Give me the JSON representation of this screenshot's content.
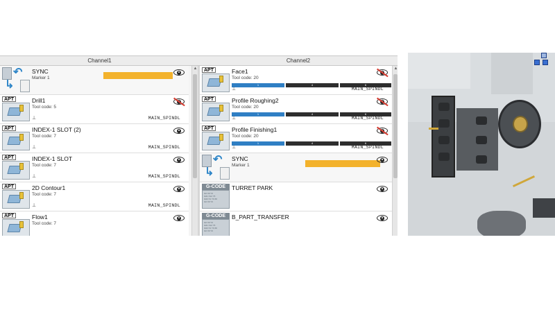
{
  "channels": [
    {
      "header": "Channel1",
      "rows": [
        {
          "type": "sync",
          "title": "SYNC",
          "sub": "Marker 1",
          "eye": "eye-icon"
        },
        {
          "type": "apt",
          "title": "Drill1",
          "sub": "Tool code: 5",
          "spindle": "MAIN_SPINDL",
          "eye": "eye-hidden-icon"
        },
        {
          "type": "apt",
          "title": "INDEX-1 SLOT (2)",
          "sub": "Tool code: 7",
          "spindle": "MAIN_SPINDL",
          "eye": "eye-icon"
        },
        {
          "type": "apt",
          "title": "INDEX-1 SLOT",
          "sub": "Tool code: 7",
          "spindle": "MAIN_SPINDL",
          "eye": "eye-icon"
        },
        {
          "type": "apt",
          "title": "2D Contour1",
          "sub": "Tool code: 7",
          "spindle": "MAIN_SPINDL",
          "eye": "eye-icon"
        },
        {
          "type": "apt",
          "title": "Flow1",
          "sub": "Tool code: 7",
          "spindle": "",
          "eye": "eye-icon"
        }
      ]
    },
    {
      "header": "Channel2",
      "rows": [
        {
          "type": "apt",
          "title": "Face1",
          "sub": "Tool code: 20",
          "spindle": "MAIN_SPINDL",
          "eye": "eye-hidden-icon",
          "progress": [
            "1",
            "4",
            "6"
          ]
        },
        {
          "type": "apt",
          "title": "Profile Roughing2",
          "sub": "Tool code: 20",
          "spindle": "MAIN_SPINDL",
          "eye": "eye-hidden-icon",
          "progress": [
            "1",
            "4",
            "6"
          ]
        },
        {
          "type": "apt",
          "title": "Profile Finishing1",
          "sub": "Tool code: 20",
          "spindle": "MAIN_SPINDL",
          "eye": "eye-hidden-icon",
          "progress": [
            "1",
            "4",
            "6"
          ]
        },
        {
          "type": "sync",
          "title": "SYNC",
          "sub": "Marker 1",
          "eye": "eye-icon"
        },
        {
          "type": "gcode",
          "title": "TURRET PARK",
          "label": "G-CODE",
          "eye": "eye-icon"
        },
        {
          "type": "gcode",
          "title": "B_PART_TRANSFER",
          "label": "G-CODE",
          "eye": "eye-icon"
        }
      ]
    }
  ],
  "apt_label": "APT",
  "gcode_snippet": [
    "G0 X0 Y0",
    "G01 X12 Y5",
    "G02 X1 Y0 Z0",
    "G0 X0 Y0"
  ],
  "colors": {
    "sync_bar": "#f3b22c",
    "progress_blue": "#2f7fc4",
    "progress_dark": "#2e2e2e"
  }
}
